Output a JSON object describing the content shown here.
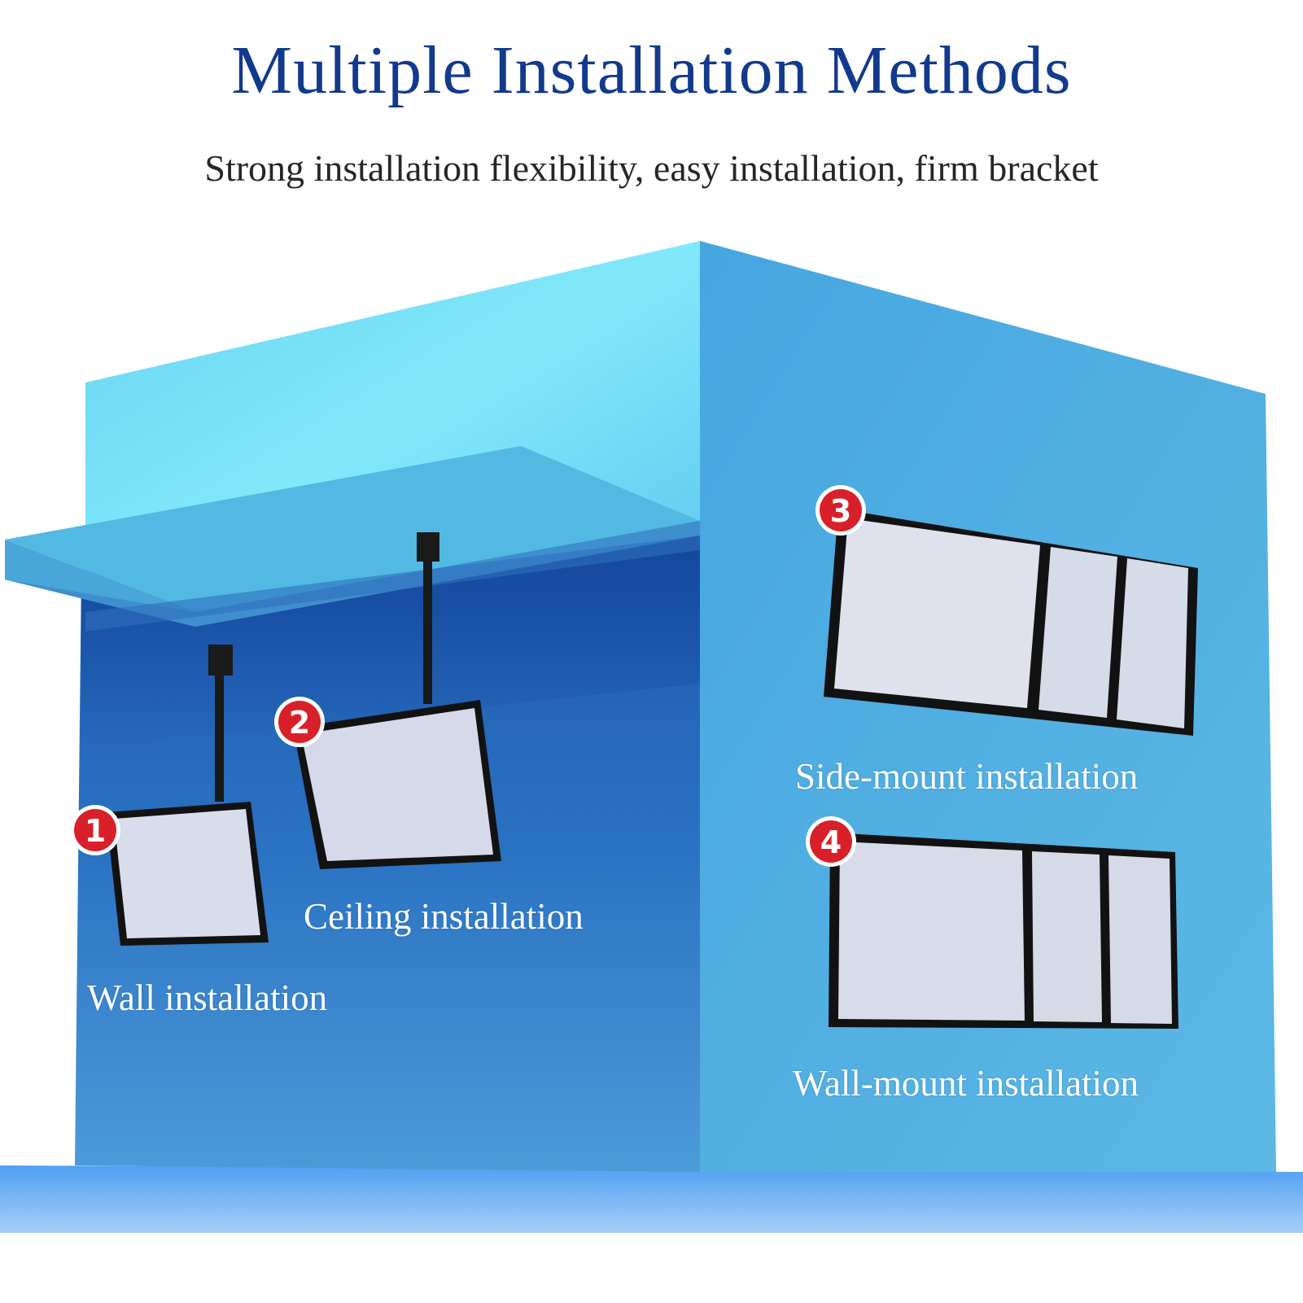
{
  "header": {
    "title": "Multiple Installation Methods",
    "subtitle": "Strong installation flexibility, easy installation, firm bracket"
  },
  "methods": [
    {
      "number": "1",
      "label": "Wall installation"
    },
    {
      "number": "2",
      "label": "Ceiling installation"
    },
    {
      "number": "3",
      "label": "Side-mount installation"
    },
    {
      "number": "4",
      "label": "Wall-mount installation"
    }
  ],
  "colors": {
    "title": "#123a8c",
    "wall_left": "#2f78c4",
    "wall_right": "#54b2df",
    "badge": "#d8202a",
    "screen": "#d7dbea"
  }
}
